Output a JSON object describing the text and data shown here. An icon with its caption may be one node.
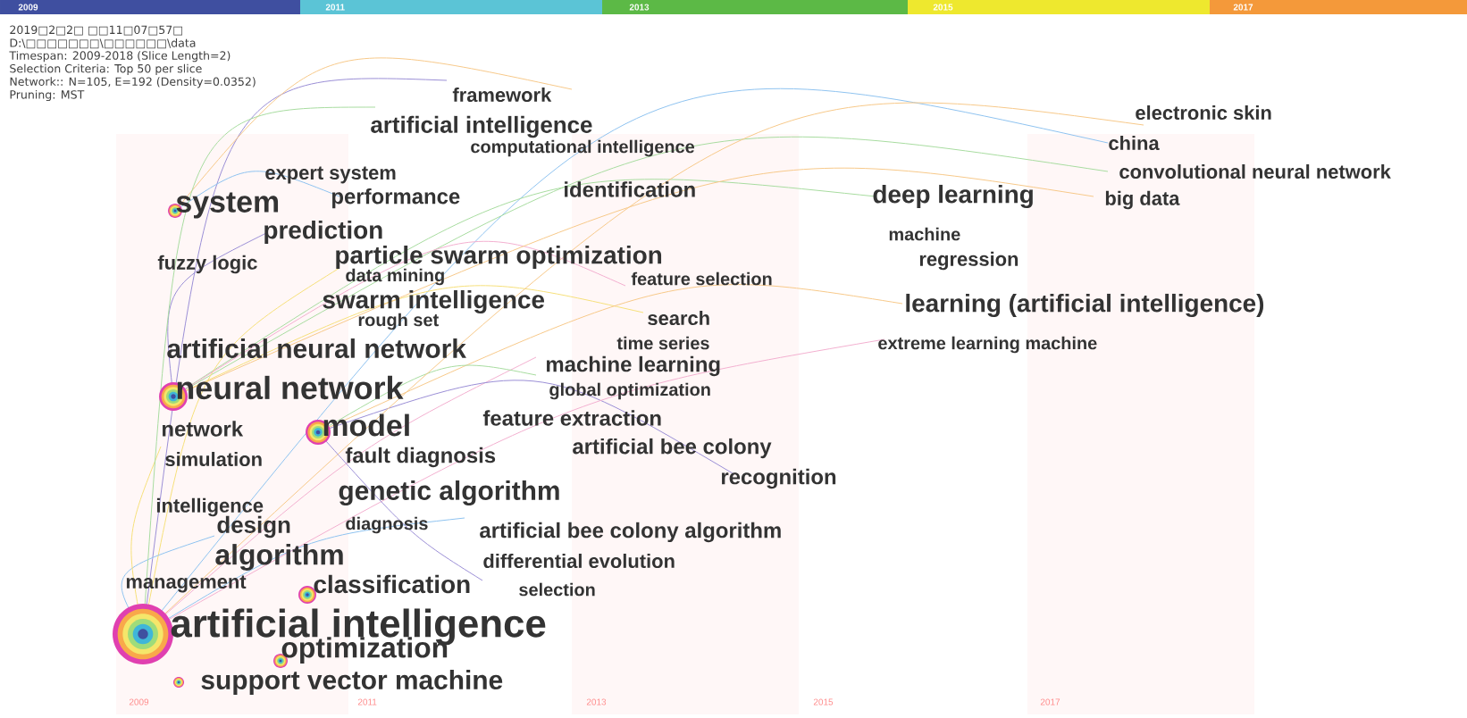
{
  "diagram": {
    "labels": [
      "2019□2□2□ □□11□07□57□",
      "D:\\□□□□□□□\\□□□□□□\\data",
      "Timespan: 2009-2018 (Slice Length=2)",
      "Selection Criteria: Top 50 per slice",
      "Network:: N=105, E=192 (Density=0.0352)",
      "Pruning: MST",
      "2009",
      "2011",
      "2013",
      "2015",
      "2017",
      "framework",
      "artificial intelligence",
      "computational intelligence",
      "expert system",
      "system",
      "performance",
      "identification",
      "prediction",
      "fuzzy logic",
      "particle swarm optimization",
      "data mining",
      "feature selection",
      "swarm intelligence",
      "rough set",
      "search",
      "artificial neural network",
      "time series",
      "neural network",
      "machine learning",
      "global optimization",
      "network",
      "model",
      "feature extraction",
      "simulation",
      "fault diagnosis",
      "artificial bee colony",
      "intelligence",
      "genetic algorithm",
      "recognition",
      "design",
      "diagnosis",
      "artificial bee colony algorithm",
      "algorithm",
      "differential evolution",
      "management",
      "classification",
      "selection",
      "artificial intelligence",
      "optimization",
      "support vector machine",
      "electronic skin",
      "china",
      "convolutional neural network",
      "deep learning",
      "big data",
      "machine",
      "regression",
      "learning (artificial intelligence)",
      "extreme learning machine",
      "2009",
      "2011",
      "2013",
      "2015",
      "2017"
    ]
  }
}
